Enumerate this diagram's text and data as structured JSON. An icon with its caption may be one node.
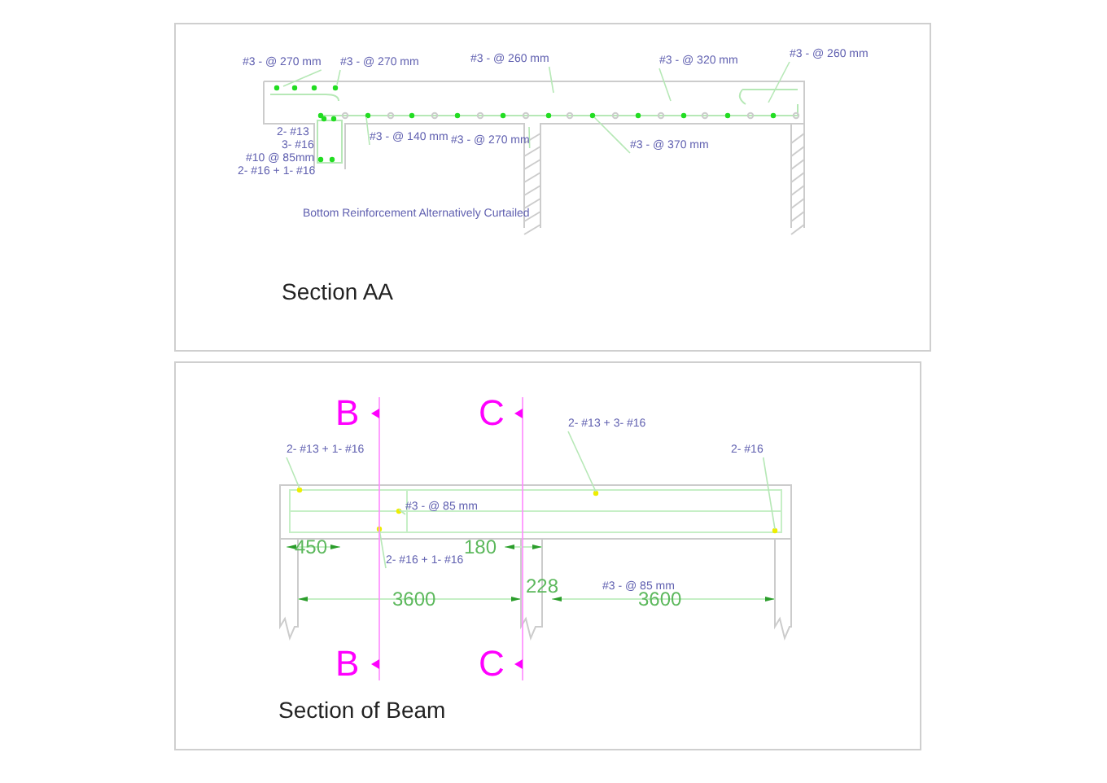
{
  "diagram": {
    "nodes": [
      {
        "text": [
          "#3 - @ 270 mm"
        ]
      },
      {
        "text": [
          "#3 - @ 270 mm"
        ]
      },
      {
        "text": [
          "#3 - @ 260 mm"
        ]
      },
      {
        "text": [
          "#3 - @ 320 mm"
        ]
      },
      {
        "text": [
          "#3 - @ 260 mm"
        ]
      },
      {
        "text": [
          "#3 - @ 140 mm"
        ]
      },
      {
        "text": [
          "#3 - @ 270 mm"
        ]
      },
      {
        "text": [
          "#3 - @ 370 mm"
        ]
      },
      {
        "text": [
          "2- #13 + 1- #16"
        ]
      },
      {
        "text": [
          "2- #13 + 3- #16"
        ]
      },
      {
        "text": [
          "2- #16"
        ]
      },
      {
        "text": [
          "#3 - @ 85 mm"
        ]
      },
      {
        "text": [
          "2- #16 + 1- #16"
        ]
      },
      {
        "text": [
          "B"
        ]
      },
      {
        "text": [
          "C"
        ]
      },
      {
        "text": [
          "B"
        ]
      },
      {
        "text": [
          "C"
        ]
      }
    ],
    "edges": [
      {
        "from": 0,
        "to": null,
        "arrow": "none"
      },
      {
        "from": 1,
        "to": null,
        "arrow": "none"
      },
      {
        "from": 2,
        "to": null,
        "arrow": "none"
      },
      {
        "from": 3,
        "to": null,
        "arrow": "none"
      },
      {
        "from": 4,
        "to": null,
        "arrow": "none"
      },
      {
        "from": 5,
        "to": null,
        "arrow": "none"
      },
      {
        "from": 6,
        "to": null,
        "arrow": "none"
      },
      {
        "from": 7,
        "to": null,
        "arrow": "none"
      },
      {
        "from": 8,
        "to": null,
        "arrow": "none"
      },
      {
        "from": 9,
        "to": null,
        "arrow": "none"
      },
      {
        "from": 10,
        "to": null,
        "arrow": "none"
      },
      {
        "from": 11,
        "to": null,
        "arrow": "none"
      },
      {
        "from": 12,
        "to": null,
        "arrow": "none"
      },
      {
        "from": 13,
        "to": 15,
        "arrow": "none",
        "color": "#ff88ff"
      },
      {
        "from": 14,
        "to": 16,
        "arrow": "none",
        "color": "#ff88ff"
      }
    ],
    "labels": [
      "2- #13",
      "3- #16",
      "#10 @ 85mm",
      "2- #16 + 1- #16",
      "Bottom Reinforcement Alternatively Curtailed",
      "Section AA",
      "450",
      "180",
      "228",
      "#3 - @ 85 mm",
      "3600",
      "3600",
      "Section of Beam"
    ]
  }
}
